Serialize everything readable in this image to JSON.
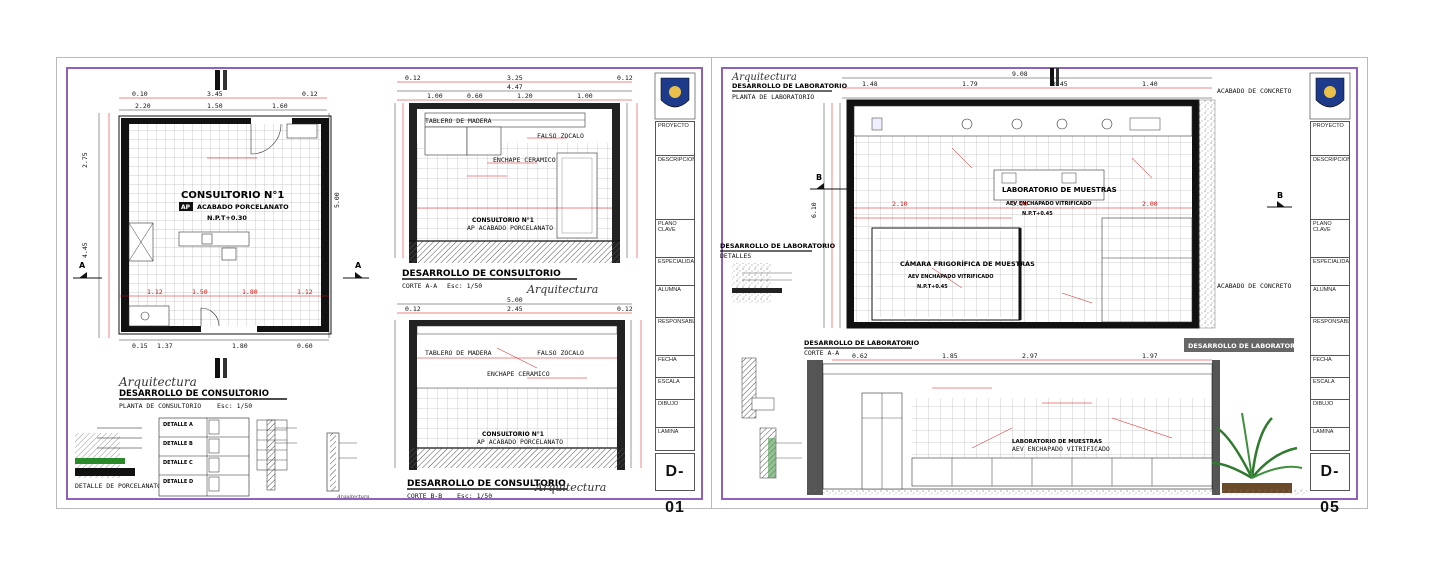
{
  "sheets": [
    {
      "sheet_number": "D-01",
      "plan": {
        "room_title": "CONSULTORIO N°1",
        "finish_code": "AP",
        "finish_label": "ACABADO PORCELANATO",
        "level": "N.P.T+0.30",
        "drawing_title": "DESARROLLO DE CONSULTORIO",
        "subtitle": "PLANTA DE CONSULTORIO",
        "scale": "Esc: 1/50",
        "signature": "Arquitectura",
        "section_mark": "A"
      },
      "elevation_top": {
        "title": "DESARROLLO DE CONSULTORIO",
        "subtitle": "CORTE A-A",
        "scale": "Esc: 1/50",
        "signature": "Arquitectura",
        "room_label": "CONSULTORIO N°1",
        "finish_label": "AP ACABADO PORCELANATO"
      },
      "elevation_bottom": {
        "title": "DESARROLLO DE CONSULTORIO",
        "subtitle": "CORTE B-B",
        "scale": "Esc: 1/50",
        "signature": "Arquitectura",
        "room_label": "CONSULTORIO N°1",
        "finish_label": "AP ACABADO PORCELANATO"
      },
      "details": {
        "detail_labels": [
          "DETALLE A",
          "DETALLE B",
          "DETALLE C",
          "DETALLE D"
        ],
        "caption_left": "DETALLE DE PORCELANATO",
        "caption_right": "Arquitectura"
      },
      "title_block": [
        "PROYECTO",
        "DESCRIPCION",
        "PLANO CLAVE",
        "ESPECIALIDAD",
        "ALUMNA",
        "RESPONSABLE",
        "FECHA",
        "ESCALA",
        "DIBUJO",
        "LAMINA"
      ]
    },
    {
      "sheet_number": "D-05",
      "plan": {
        "header": "DESARROLLO DE LABORATORIO",
        "header_sub": "PLANTA DE LABORATORIO",
        "room_title": "LABORATORIO DE MUESTRAS",
        "finish_label": "AEV ENCHAPADO VITRIFICADO",
        "level": "N.P.T+0.45",
        "cold_room": "CÁMARA FRIGORÍFICA DE MUESTRAS",
        "cold_finish": "AEV ENCHAPADO VITRIFICADO",
        "cold_level": "N.P.T+0.45",
        "side_label": "DESARROLLO DE LABORATORIO",
        "side_sub": "DETALLES",
        "section_mark": "B"
      },
      "elevation": {
        "title": "DESARROLLO DE LABORATORIO",
        "subtitle": "CORTE A-A",
        "banner": "DESARROLLO DE LABORATORIO",
        "room_label": "LABORATORIO DE MUESTRAS",
        "finish_label": "AEV ENCHAPADO VITRIFICADO"
      },
      "title_block": [
        "PROYECTO",
        "DESCRIPCION",
        "PLANO CLAVE",
        "ESPECIALIDAD",
        "ALUMNA",
        "RESPONSABLE",
        "FECHA",
        "ESCALA",
        "DIBUJO",
        "LAMINA"
      ]
    }
  ],
  "colors": {
    "frame": "#8e62bf",
    "red_dim": "#d11",
    "wall_hatch": "#222",
    "banner": "#666666",
    "plant": "#2f7a2f",
    "crest": "#1e3a8a"
  }
}
